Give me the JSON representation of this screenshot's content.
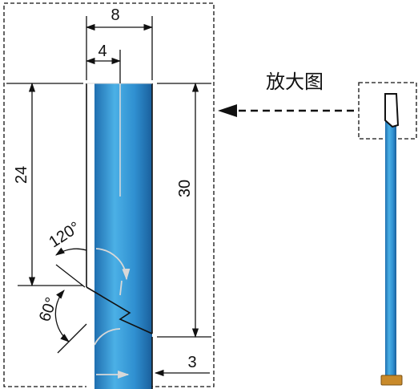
{
  "detail_label": "放大图",
  "dimensions": {
    "width_total": "8",
    "width_half": "4",
    "length_short": "24",
    "length_total": "30",
    "offset": "3",
    "angle_obtuse": "120°",
    "angle_acute": "60°"
  },
  "colors": {
    "rod_light": "#7cc7f0",
    "rod_mid": "#3aa0dc",
    "rod_dark": "#1f6fb0",
    "base": "#c98a2a",
    "line": "#111111",
    "gray": "#cfcfcf"
  }
}
